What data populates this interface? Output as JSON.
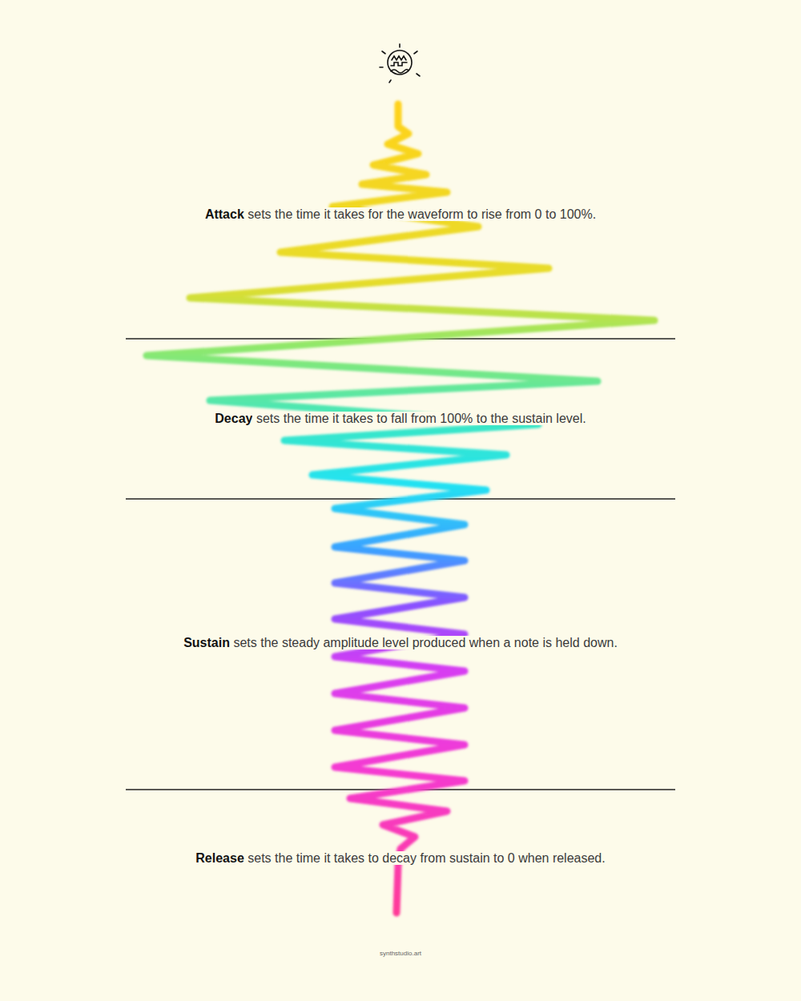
{
  "diagram": {
    "labels": [
      "Attack",
      "sets the time it takes for the waveform to rise from 0 to 100%.",
      "Decay",
      "sets the time it takes to fall from 100% to the sustain level.",
      "Sustain",
      "sets the steady amplitude level produced when a note is held down.",
      "Release",
      "sets the time it takes to decay from sustain to 0 when released.",
      "synthstudio.art"
    ]
  }
}
